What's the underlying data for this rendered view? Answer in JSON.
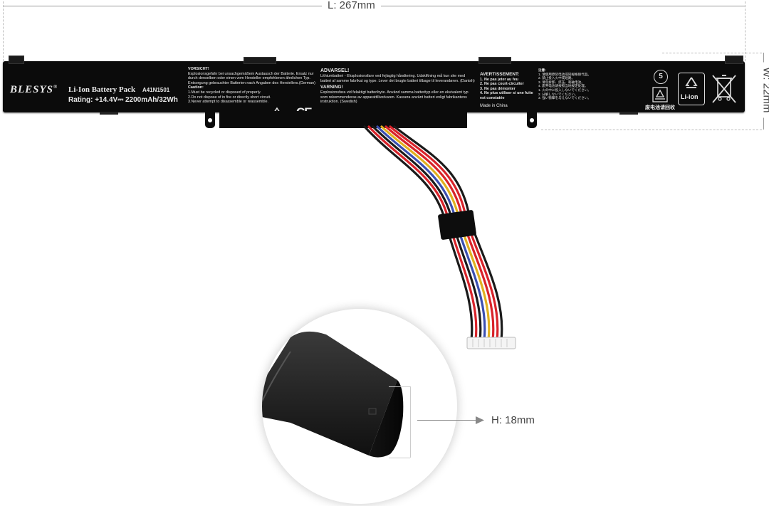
{
  "dimensions": {
    "length_label": "L: 267mm",
    "width_label": "W: 22mm",
    "height_label": "H: 18mm"
  },
  "battery_label": {
    "brand": "BLESYS",
    "registered": "®",
    "product": "Li-Ion Battery Pack",
    "model": "A41N1501",
    "rating": "Rating: +14.4V⎓ 2200mAh/32Wh"
  },
  "warnings": {
    "vorsicht_title": "VORSICHT!",
    "vorsicht_text": "Explosionsgefahr bei unsachgemäßem Austausch der Batterie. Ersatz nur durch denselben oder einen vom Hersteller empfohlenen ähnlichen Typ. Entsorgung gebrauchter Batterien nach Angaben des Herstellers.(German)",
    "caution_title": "Caution:",
    "caution_lines": [
      "1.Must be recycled or disposed of properly.",
      "2.Do not dispose of in fire or directly short circuit.",
      "3.Never attempt to disassemble or reassemble."
    ],
    "advarsel_title": "ADVARSEL!",
    "advarsel_text": "Lithiumbatteri - Eksplosionsfare ved fejlagtig håndtering. Udskiftning må kun ske med batteri af samme fabrikat og type. Lever det brugte batteri tilbage til leverandøren. (Danish)",
    "varning_title": "VARNING!",
    "varning_text": "Explosionsfara vid felaktigt batteribyte. Använd samma batterityp eller en ekvivalent typ som rekommenderas av apparattillverkaren. Kassera använt batteri enligt fabrikantens instruktion. (Swedish)",
    "avertissement_title": "AVERTISSEMENT:",
    "avertissement_lines": [
      "1. Ne pas jeter au feu",
      "2. Ne pas court-circuiter",
      "3. Ne pas démonter",
      "4. Ne plus utiliser si une fuite est constatée"
    ],
    "made_in": "Made in China",
    "jp_title": "注意:",
    "jp_lines": [
      "1. 请使用原装电池或同规格替代品。",
      "2. 禁止投入火中或短路。",
      "3. 请勿拆卸、挤压、刺破电池。",
      "4. 废弃电池请按照当地规定处理。",
      "1. 火の中に投入しないでください。",
      "2. 分解しないでください。",
      "3. 強い衝撃を与えないでください。"
    ],
    "recycle_cn": "废电池请回收",
    "ce_mark": "CE",
    "liion_label": "Li-ion",
    "ring_number": "5"
  },
  "colors": {
    "battery_body": "#0b0b0b",
    "label_text": "#e8e8e8",
    "dim_line": "#999999",
    "wire_red": "#d8232a",
    "wire_black": "#1a1a1a",
    "wire_blue": "#3b4fb0",
    "wire_yellow": "#e0b020"
  },
  "icons": [
    "warning-triangle-icon",
    "ce-mark-icon",
    "recycle-ring-icon",
    "li-ion-recycle-icon",
    "crossed-bin-icon",
    "recycle-box-icon"
  ]
}
